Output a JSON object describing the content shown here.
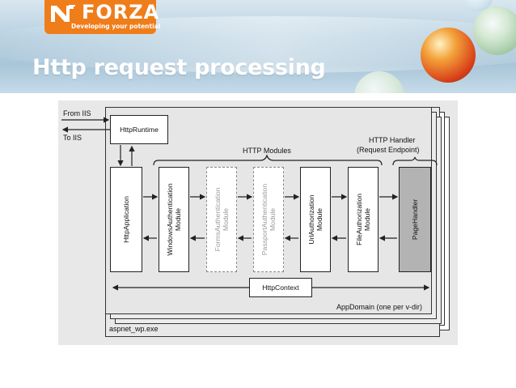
{
  "header": {
    "logo_name": "FORZA",
    "logo_tagline": "Developing your potential",
    "title": "Http request processing"
  },
  "diagram": {
    "from_iis": "From IIS",
    "to_iis": "To IIS",
    "http_runtime": "HttpRuntime",
    "http_modules_label": "HTTP Modules",
    "http_handler_label_1": "HTTP Handler",
    "http_handler_label_2": "(Request Endpoint)",
    "http_application": "HttpApplication",
    "modules": [
      {
        "line1": "WindowsAuthentication",
        "line2": "Module",
        "style": "solid"
      },
      {
        "line1": "FormsAuthentication",
        "line2": "Module",
        "style": "dashed"
      },
      {
        "line1": "PassportAuthentication",
        "line2": "Module",
        "style": "dashed"
      },
      {
        "line1": "UrlAuthorization",
        "line2": "Module",
        "style": "solid"
      },
      {
        "line1": "FileAuthorization",
        "line2": "Module",
        "style": "solid"
      }
    ],
    "page_handler": "PageHandler",
    "http_context": "HttpContext",
    "app_domain": "AppDomain (one per v-dir)",
    "worker_process": "aspnet_wp.exe"
  },
  "colors": {
    "logo_orange": "#ef7d1a",
    "diagram_bg": "#e8e8e8",
    "handler_fill": "#b3b3b3"
  }
}
